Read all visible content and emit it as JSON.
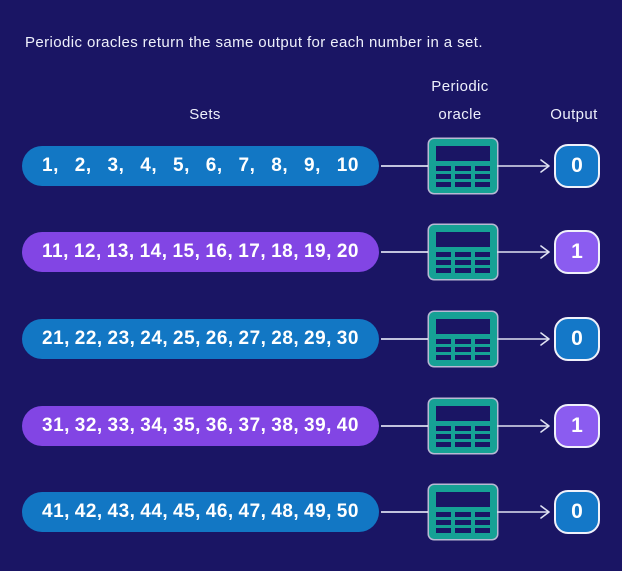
{
  "colors": {
    "background": "#1a1564",
    "blue": "#1277c4",
    "blue_output": "#1478c8",
    "purple": "#8245e4",
    "purple_output": "#8b5cf0",
    "teal": "#16a195",
    "line": "#dfe1f2",
    "text": "#ffffff"
  },
  "caption": "Periodic oracles return the same output for each number in a set.",
  "columns": {
    "sets": "Sets",
    "oracle_line1": "Periodic",
    "oracle_line2": "oracle",
    "output": "Output"
  },
  "icons": {
    "oracle": "table-icon",
    "arrow": "arrow-right-icon"
  },
  "rows": [
    {
      "set": "1, 2, 3, 4, 5, 6, 7, 8, 9, 10",
      "output": "0",
      "variant": "blue"
    },
    {
      "set": "11, 12, 13, 14, 15, 16, 17, 18, 19, 20",
      "output": "1",
      "variant": "purple"
    },
    {
      "set": "21, 22, 23, 24, 25, 26, 27, 28, 29, 30",
      "output": "0",
      "variant": "blue"
    },
    {
      "set": "31, 32, 33, 34, 35, 36, 37, 38, 39, 40",
      "output": "1",
      "variant": "purple"
    },
    {
      "set": "41, 42, 43, 44, 45, 46, 47, 48, 49, 50",
      "output": "0",
      "variant": "blue"
    }
  ]
}
